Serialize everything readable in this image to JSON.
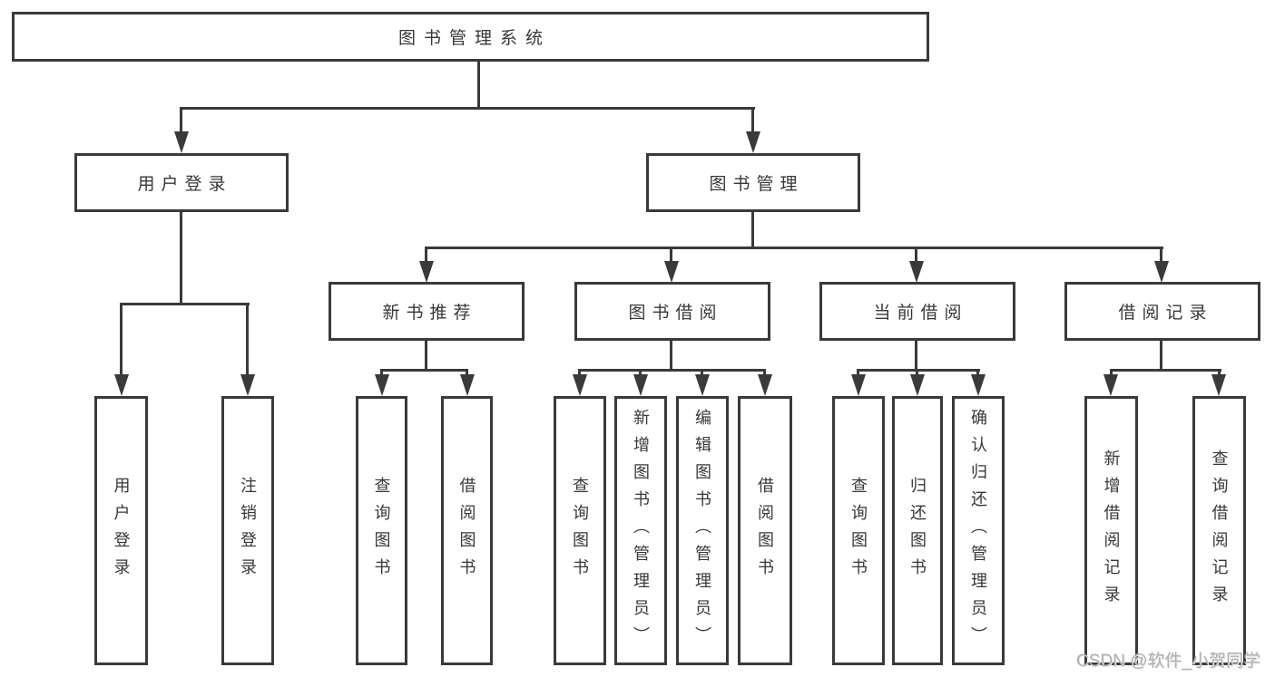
{
  "watermark": "CSDN @软件_小贺同学",
  "colors": {
    "line": "#3a3a3a",
    "box_border": "#3a3a3a",
    "text": "#383838",
    "watermark": "#b0b0b0",
    "background": "#ffffff"
  },
  "tree": {
    "label": "图书管理系统",
    "children": [
      {
        "label": "用户登录",
        "children": [
          "用户登录",
          "注销登录"
        ]
      },
      {
        "label": "图书管理",
        "children": [
          {
            "label": "新书推荐",
            "children": [
              "查询图书",
              "借阅图书"
            ]
          },
          {
            "label": "图书借阅",
            "children": [
              "查询图书",
              "新增图书（管理员）",
              "编辑图书（管理员）",
              "借阅图书"
            ]
          },
          {
            "label": "当前借阅",
            "children": [
              "查询图书",
              "归还图书",
              "确认归还（管理员）"
            ]
          },
          {
            "label": "借阅记录",
            "children": [
              "新增借阅记录",
              "查询借阅记录"
            ]
          }
        ]
      }
    ]
  }
}
